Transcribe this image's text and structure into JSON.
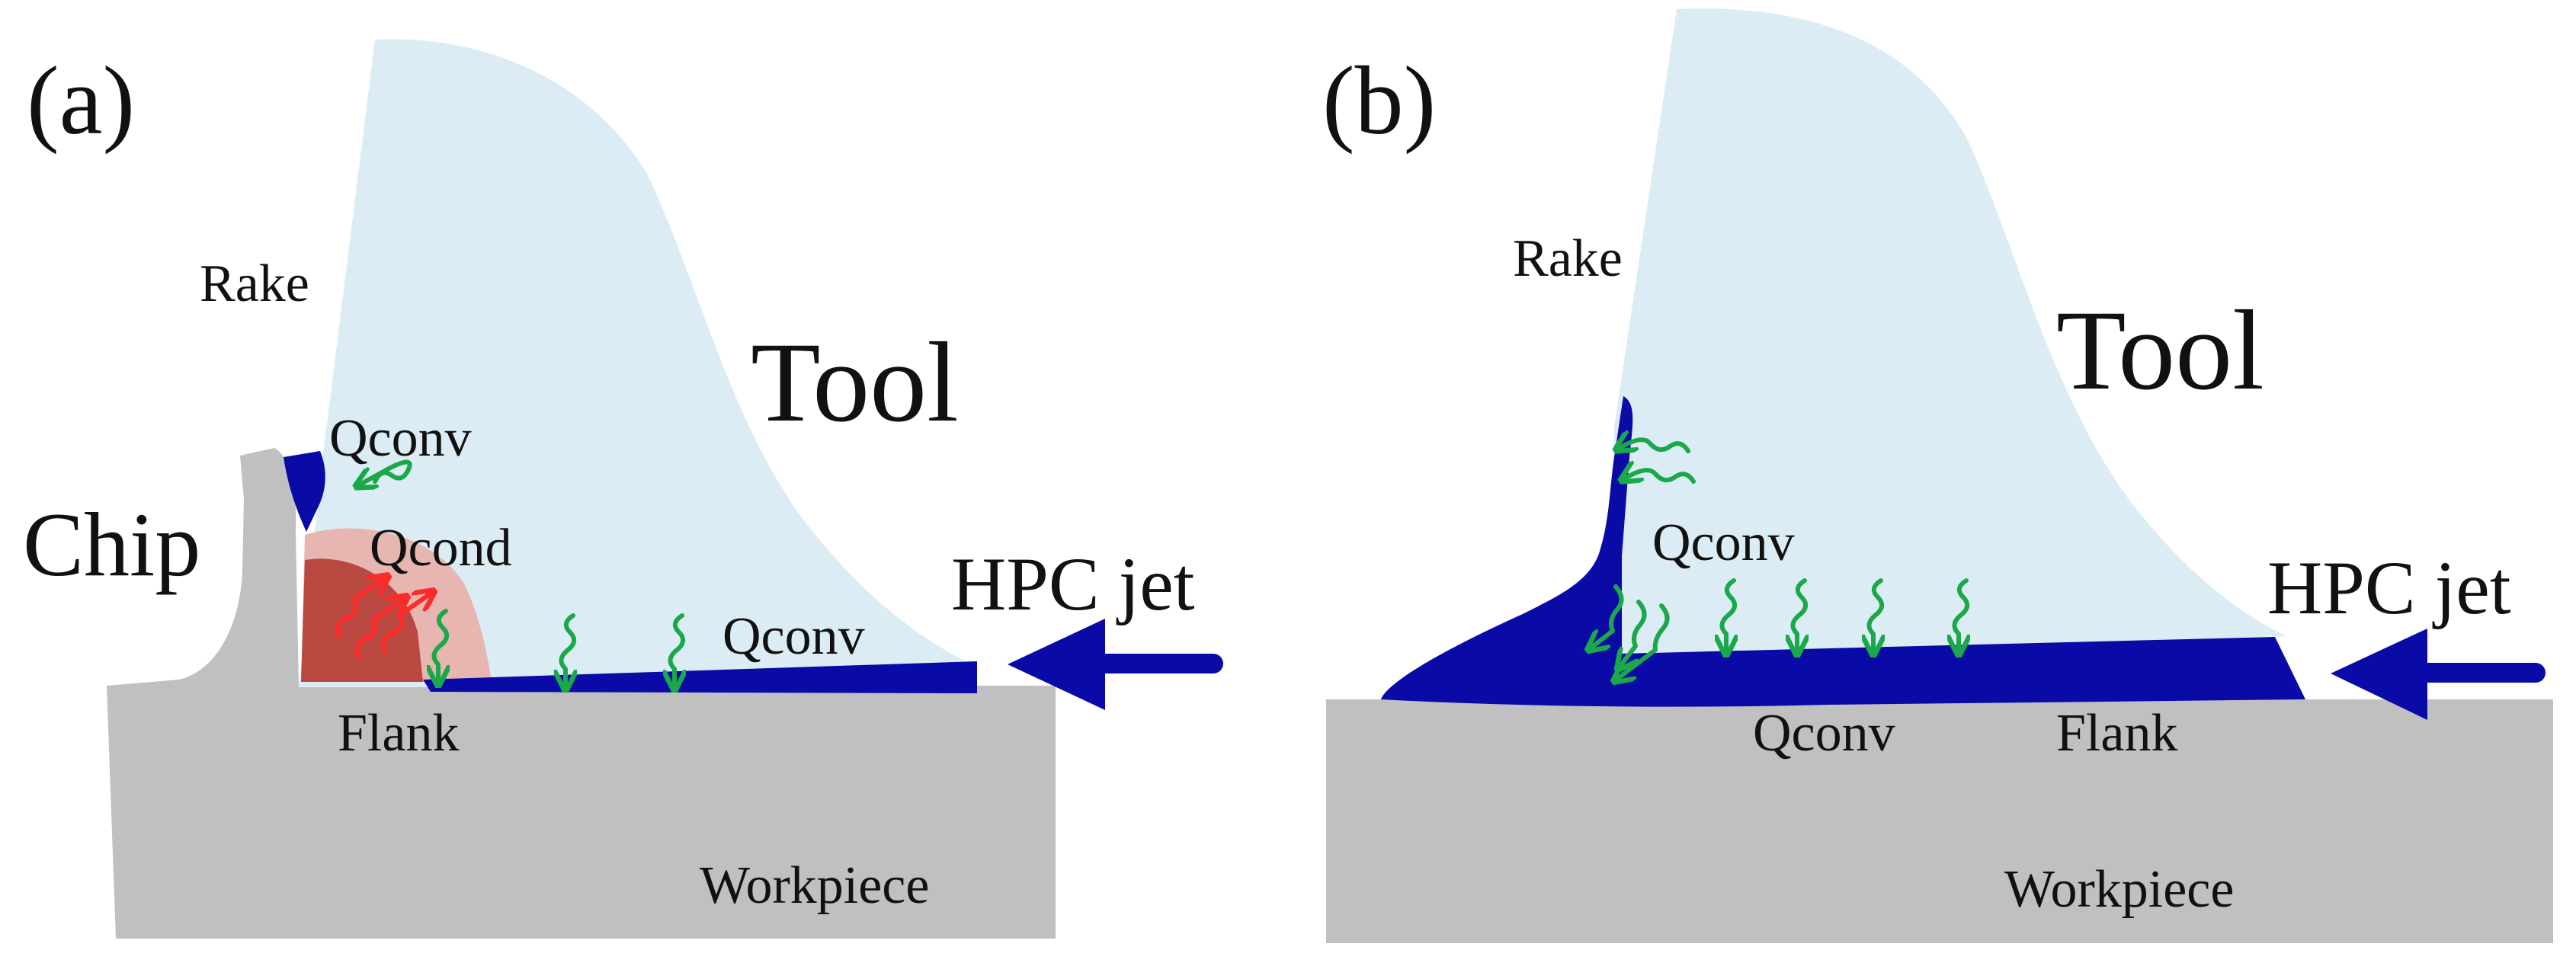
{
  "colors": {
    "tool": "#dcecf4",
    "workpiece": "#c0c0c0",
    "chip": "#c0c0c0",
    "coolant": "#0a0aa6",
    "heat_zone_outer": "#e8b6b0",
    "heat_zone_inner": "#b84840",
    "conduction_arrow": "#ff2a2a",
    "convection_arrow": "#1aa84a",
    "text": "#111111"
  },
  "panel_a": {
    "panel_label": "(a)",
    "tool_label": "Tool",
    "rake_label": "Rake",
    "chip_label": "Chip",
    "qconv_rake_label": "Qconv",
    "qcond_label": "Qcond",
    "qconv_flank_label": "Qconv",
    "hpc_label": "HPC jet",
    "flank_label": "Flank",
    "workpiece_label": "Workpiece",
    "icons": [
      "coolant-jet-arrow-icon",
      "convection-wave-arrow-icon",
      "conduction-wave-arrow-icon"
    ]
  },
  "panel_b": {
    "panel_label": "(b)",
    "tool_label": "Tool",
    "rake_label": "Rake",
    "qconv_rake_label": "Qconv",
    "qconv_bottom_label": "Qconv",
    "hpc_label": "HPC jet",
    "flank_label": "Flank",
    "workpiece_label": "Workpiece",
    "icons": [
      "coolant-jet-arrow-icon",
      "convection-wave-arrow-icon"
    ]
  }
}
